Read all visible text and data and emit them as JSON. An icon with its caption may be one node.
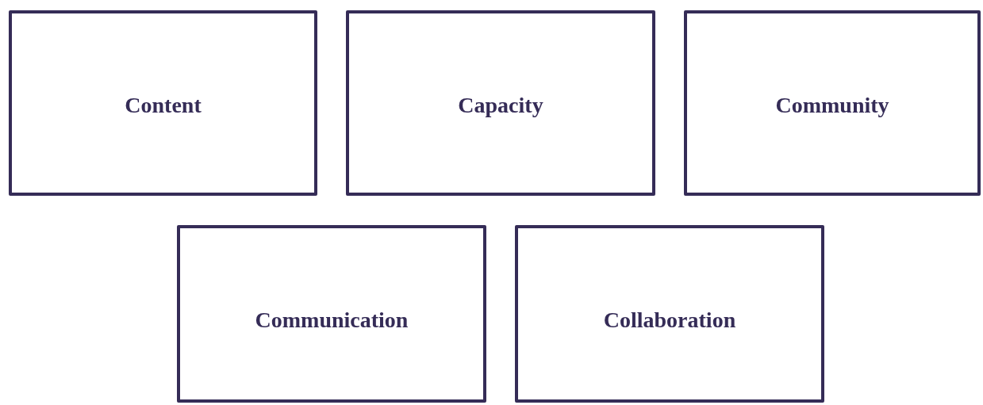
{
  "diagram": {
    "nodes": [
      {
        "text": [
          "Content"
        ]
      },
      {
        "text": [
          "Capacity"
        ]
      },
      {
        "text": [
          "Community"
        ]
      },
      {
        "text": [
          "Communication"
        ]
      },
      {
        "text": [
          "Collaboration"
        ]
      }
    ]
  }
}
